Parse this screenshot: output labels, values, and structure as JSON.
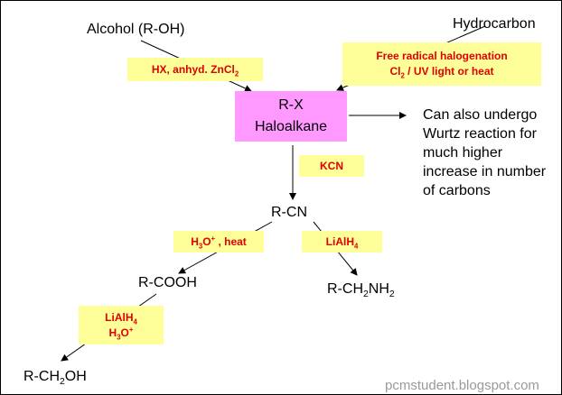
{
  "nodes": {
    "alcohol": "Alcohol (R-OH)",
    "hydrocarbon": "Hydrocarbon",
    "rx_line1": "R-X",
    "rx_line2": "Haloalkane",
    "wurtz_note": [
      "Can also undergo",
      "Wurtz reaction for",
      "much higher",
      "increase in number",
      "of carbons"
    ],
    "rcn": "R-CN",
    "rcooh": "R-COOH",
    "rch2nh2": {
      "a": "R-CH",
      "s1": "2",
      "b": "NH",
      "s2": "2"
    },
    "rch2oh": {
      "a": "R-CH",
      "s1": "2",
      "b": "OH"
    }
  },
  "conditions": {
    "hx": {
      "a": "HX, anhyd. ZnCl",
      "s": "2"
    },
    "free_radical": {
      "line1": "Free radical halogenation",
      "a": "Cl",
      "s": "2",
      "b": " / UV light or heat"
    },
    "kcn": "KCN",
    "h3o_heat": {
      "a": "H",
      "s1": "3",
      "b": "O",
      "sup": "+",
      "c": " , heat"
    },
    "lialh4_amine": {
      "a": "LiAlH",
      "s": "4"
    },
    "lialh4_h3o": {
      "l1a": "LiAlH",
      "l1s": "4",
      "l2a": "H",
      "l2s": "3",
      "l2b": "O",
      "l2sup": "+"
    }
  },
  "watermark": "pcmstudent.blogspot.com",
  "colors": {
    "condition_bg": "#ffff99",
    "condition_text": "#e00000",
    "haloalkane_bg": "#ff99ff"
  }
}
